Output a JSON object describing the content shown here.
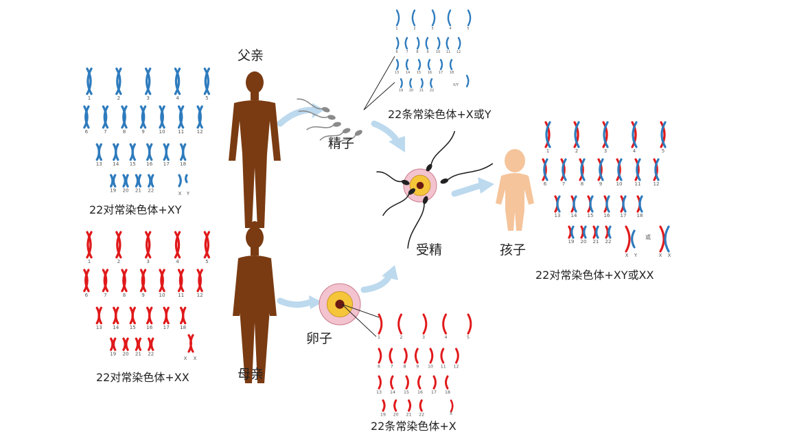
{
  "colors": {
    "father_chromosome": "#2e7bbd",
    "mother_chromosome": "#e0191b",
    "silhouette": "#7a3b12",
    "child": "#f5c49b",
    "arrow": "#bcd9ee",
    "egg_outer": "#f3c3cf",
    "egg_inner": "#f6c63a",
    "nucleus": "#6a1a12"
  },
  "labels": {
    "father": "父亲",
    "mother": "母亲",
    "sperm": "精子",
    "egg": "卵子",
    "fertilization": "受精",
    "child": "孩子",
    "father_karyotype": "22对常染色体+XY",
    "mother_karyotype": "22对常染色体+XX",
    "sperm_karyotype": "22条常染色体+X或Y",
    "egg_karyotype": "22条常染色体+X",
    "child_karyotype": "22对常染色体+XY或XX"
  },
  "karyotype_numbers": {
    "row1": [
      "1",
      "2",
      "3",
      "4",
      "5"
    ],
    "row2": [
      "6",
      "7",
      "8",
      "9",
      "10",
      "11",
      "12"
    ],
    "row3": [
      "13",
      "14",
      "15",
      "16",
      "17",
      "18"
    ],
    "row4": [
      "19",
      "20",
      "21",
      "22"
    ],
    "father_sex": [
      "X",
      "Y"
    ],
    "mother_sex": [
      "X",
      "X"
    ],
    "child_sex_xy": [
      "X",
      "Y"
    ],
    "child_sex_xx": [
      "X",
      "X"
    ],
    "child_or": "或"
  },
  "icons": {
    "arrows": "curved-arrow-icon",
    "sperm": "sperm-icon",
    "egg": "egg-cell-icon"
  }
}
